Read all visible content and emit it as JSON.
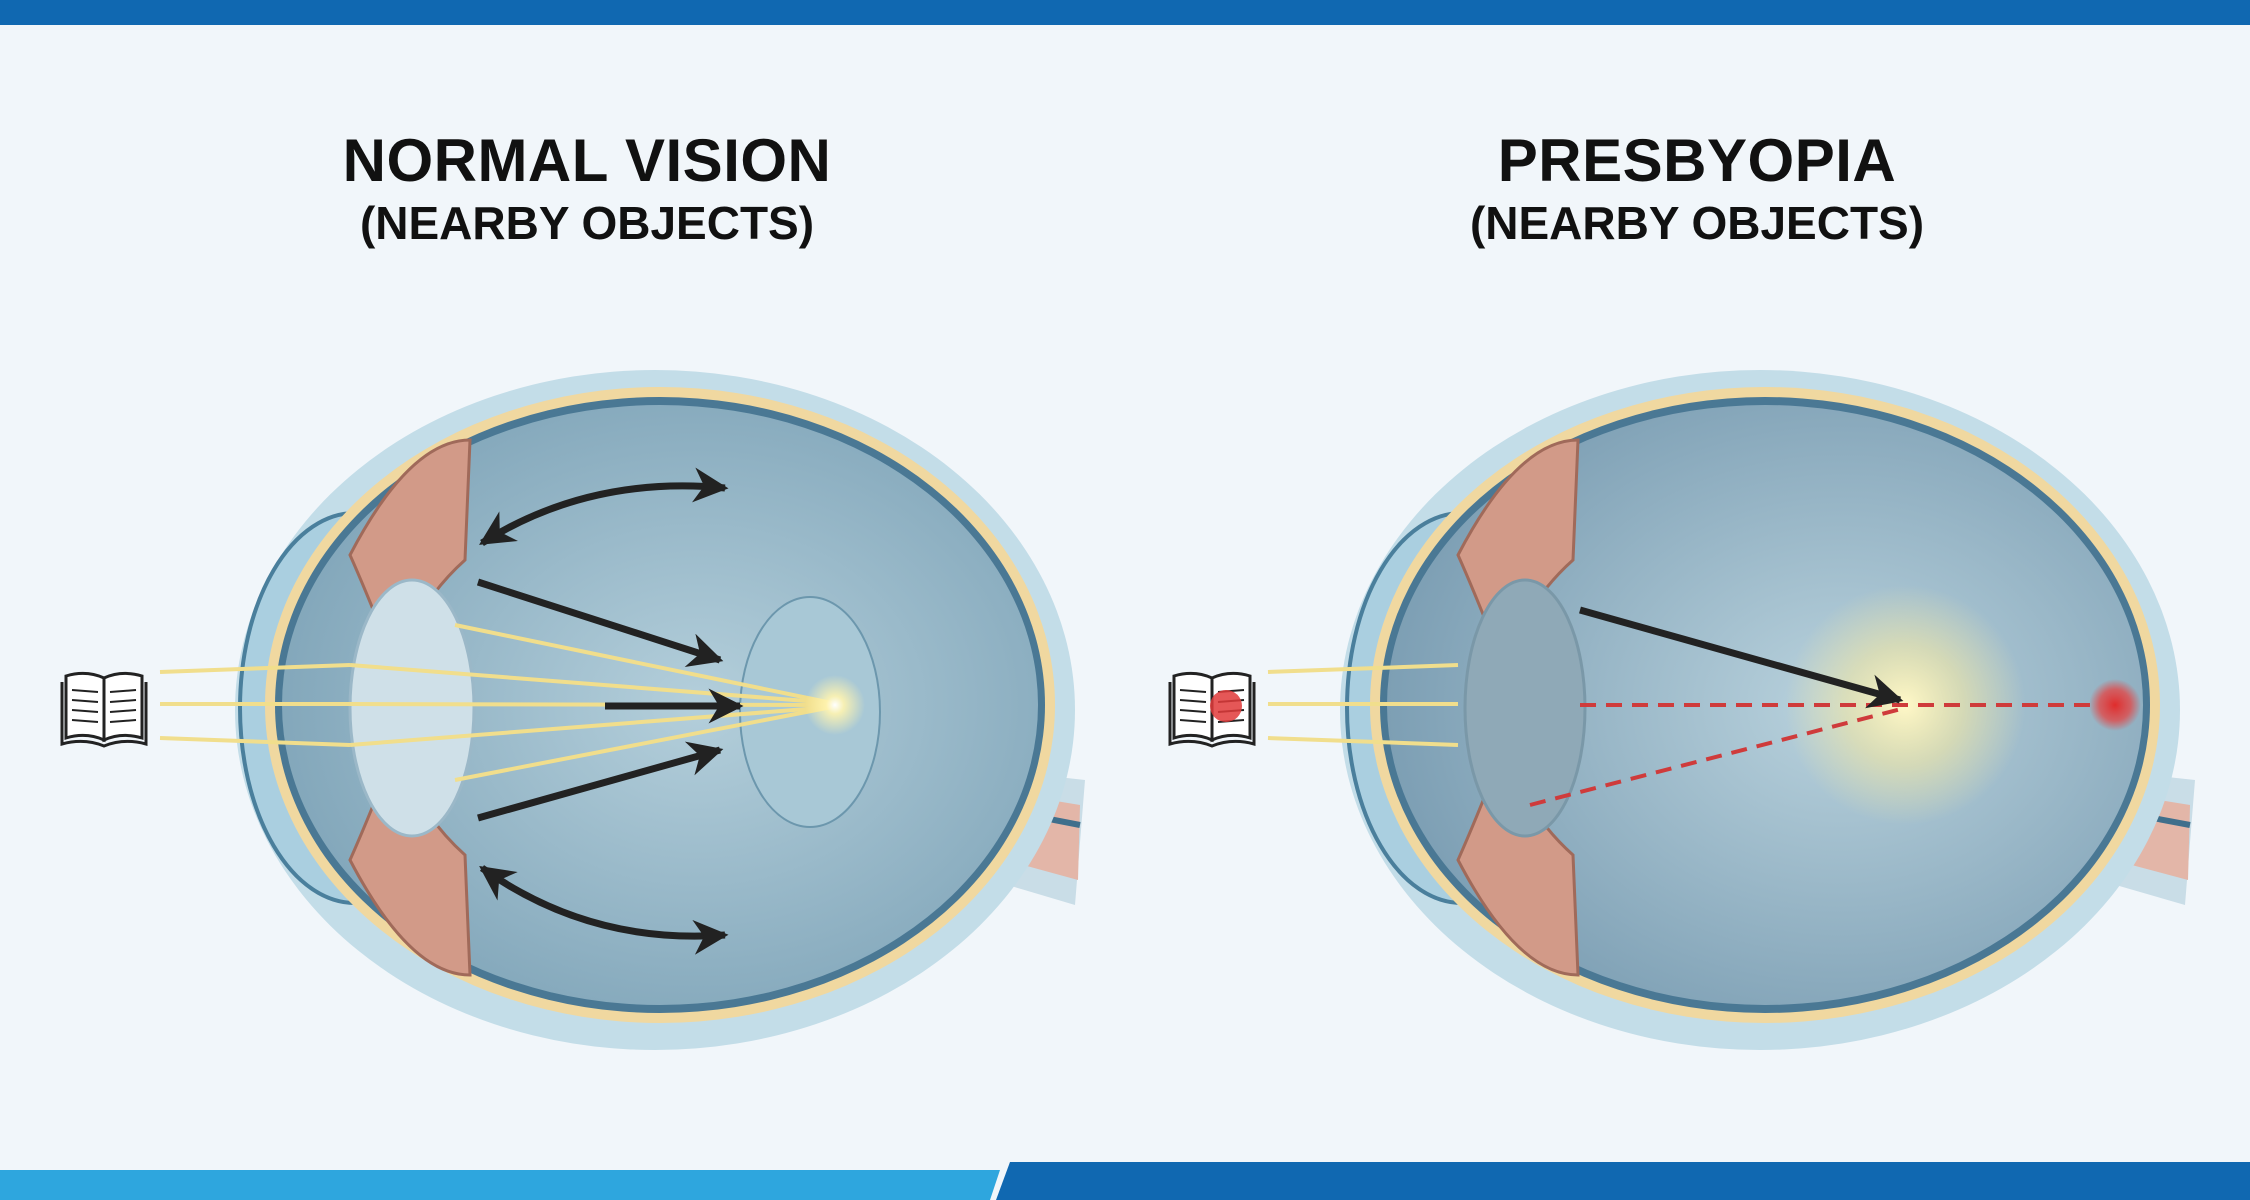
{
  "panels": [
    {
      "title": "NORMAL VISION",
      "subtitle": "(NEARBY OBJECTS)"
    },
    {
      "title": "PRESBYOPIA",
      "subtitle": "(NEARBY OBJECTS)"
    }
  ],
  "colors": {
    "top_bar": "#1068b1",
    "bottom_bar_light": "#2ea6de",
    "bottom_bar_dark": "#1068b1",
    "light_ray": "#f1de8c",
    "focus_error": "#cf3b3b",
    "arrow": "#222222",
    "sclera_outer": "#c3dde8",
    "vitreous": "#8fb3c4"
  },
  "icons": [
    "open-book-icon",
    "adjust-arrow-icon",
    "focus-point-icon",
    "blur-spot-icon"
  ]
}
